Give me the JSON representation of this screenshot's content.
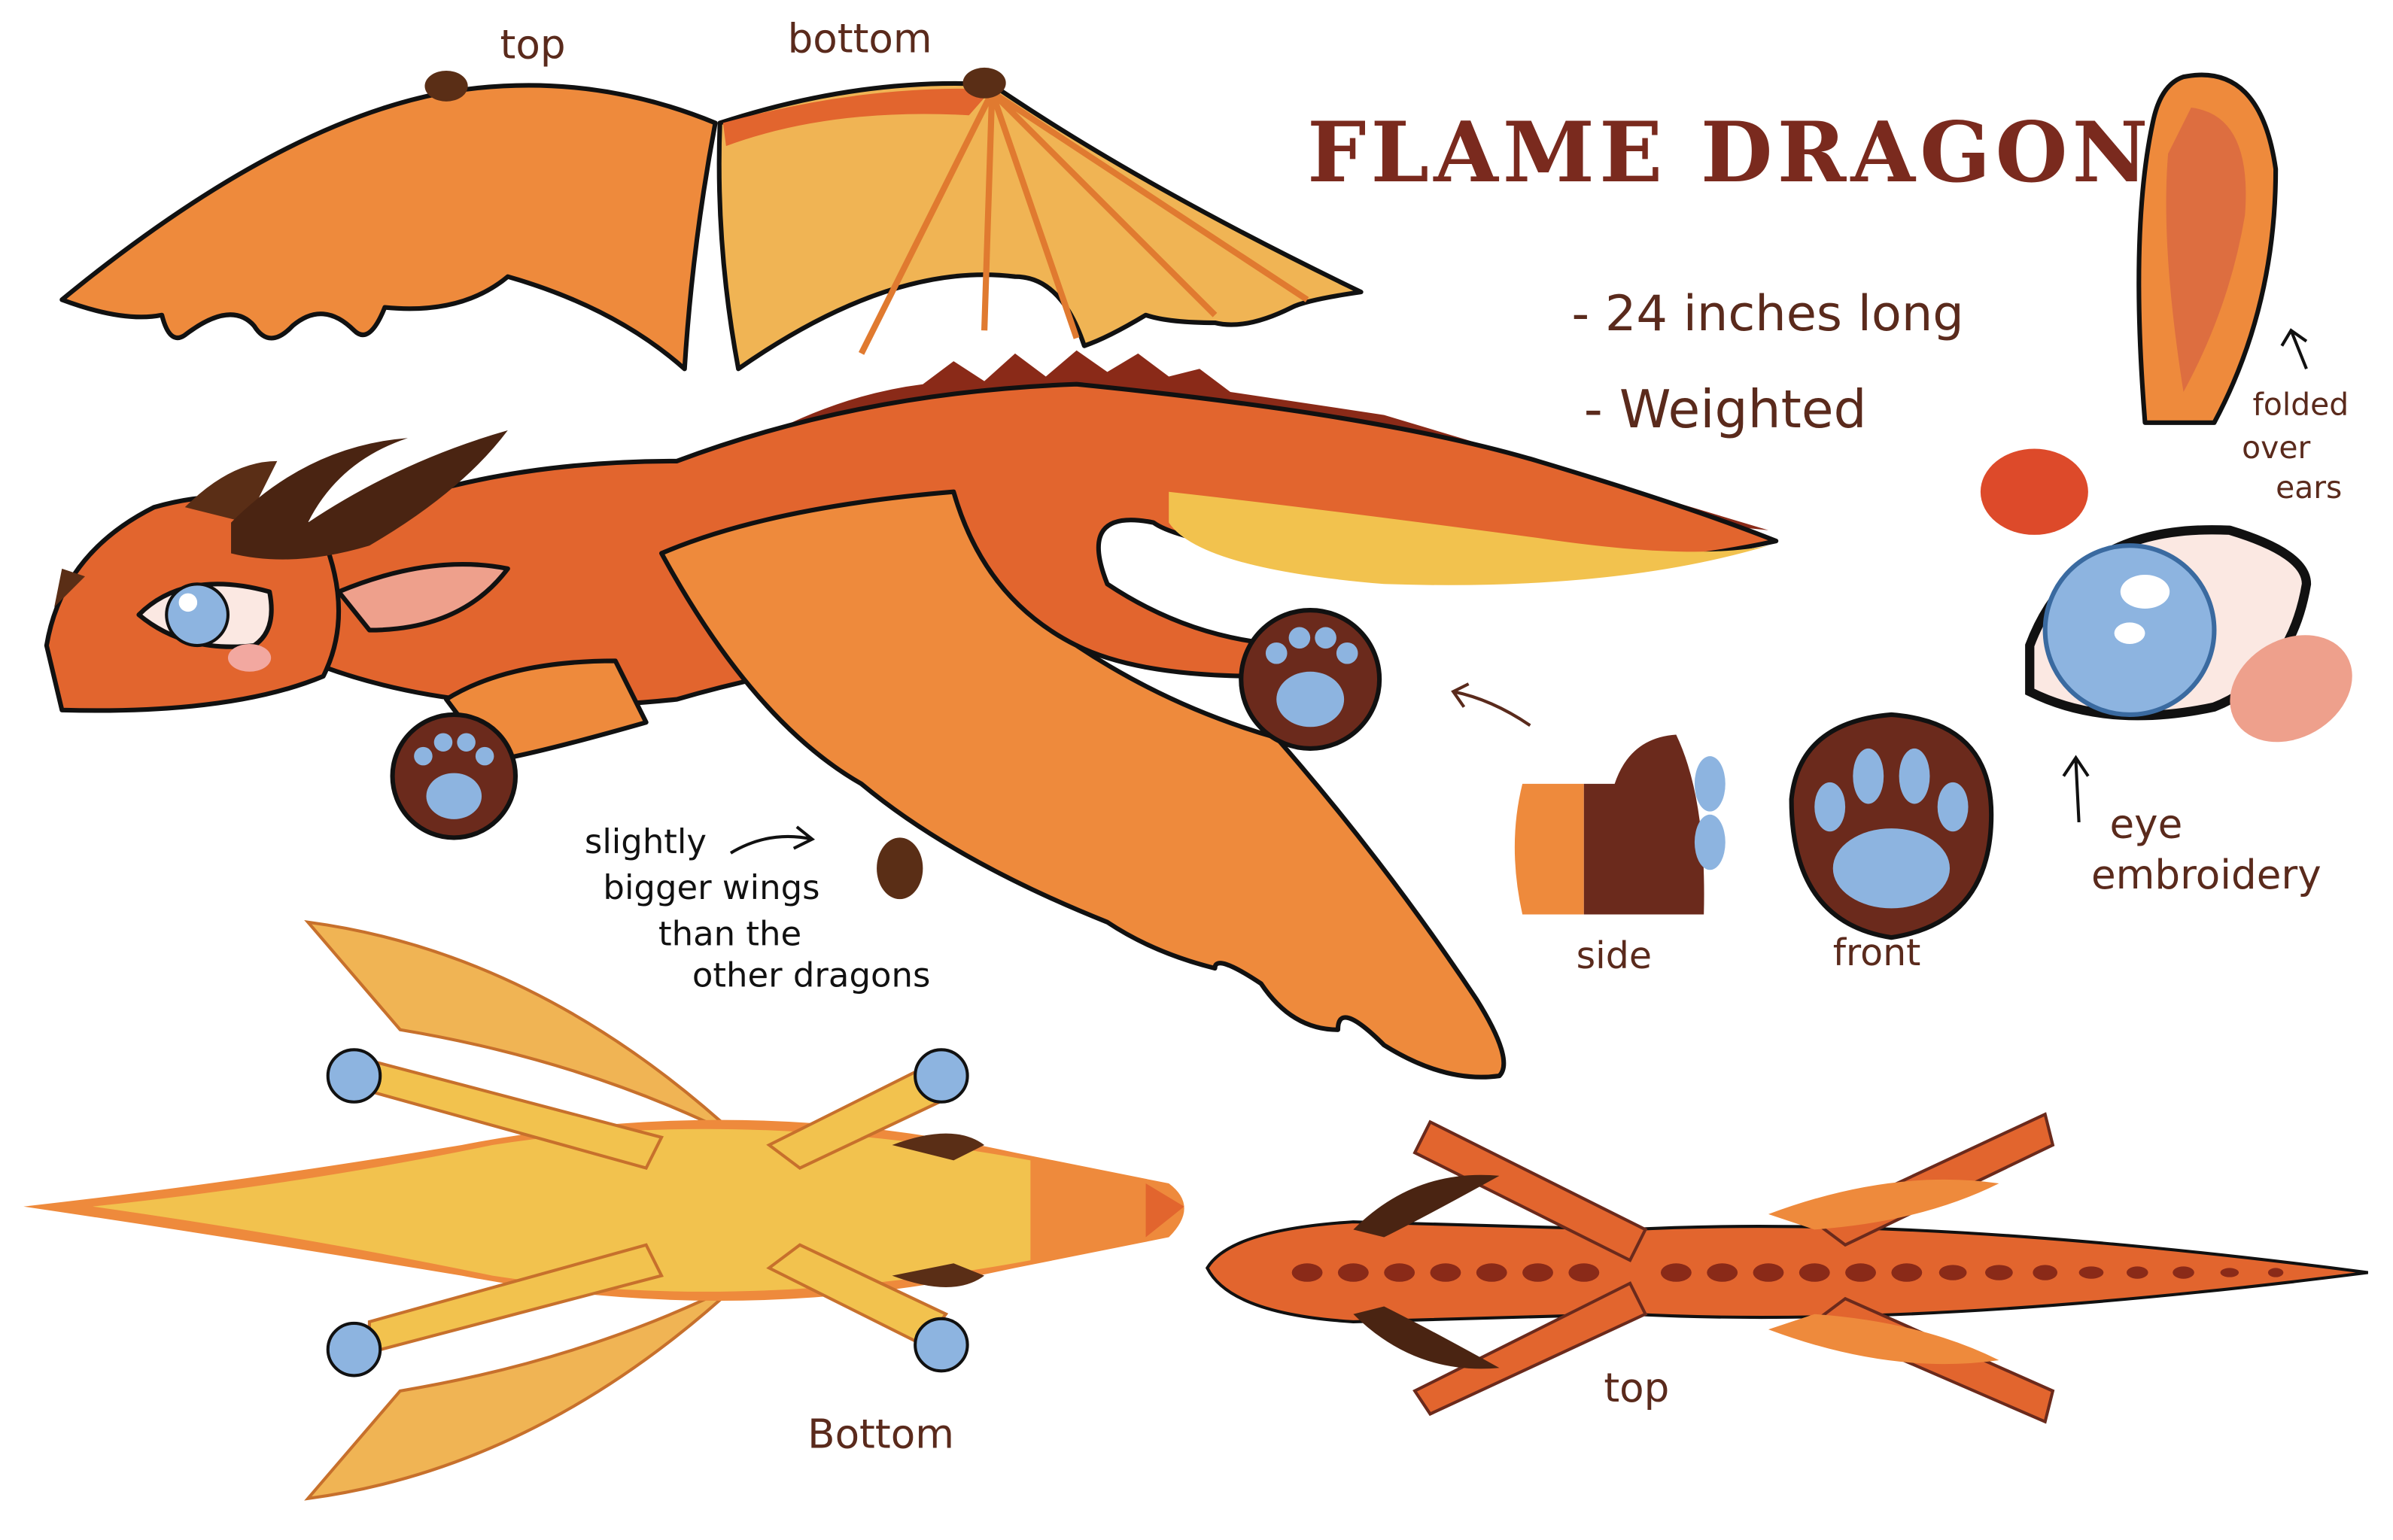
{
  "title": "FLAME DRAGON",
  "labels": {
    "wing_top": "top",
    "wing_bottom": "bottom",
    "length": "- 24 inches long",
    "weighted": "- Weighted",
    "ears": [
      "folded",
      "over",
      "ears"
    ],
    "eye": [
      "eye",
      "embroidery"
    ],
    "paw_side": "side",
    "paw_front": "front",
    "wings_note": [
      "slightly",
      "bigger wings",
      "than the",
      "other dragons"
    ],
    "bottom_view": "Bottom",
    "top_view": "top"
  },
  "colors": {
    "orange": "#ee8a3c",
    "light_orange": "#f0b454",
    "yellow": "#f2c24e",
    "red_orange": "#d9562a",
    "brown": "#6b2a1c",
    "dark_brown": "#4a2412",
    "paw_blue": "#8db4e0",
    "pink": "#eea08c",
    "title": "#7a2a1e"
  }
}
